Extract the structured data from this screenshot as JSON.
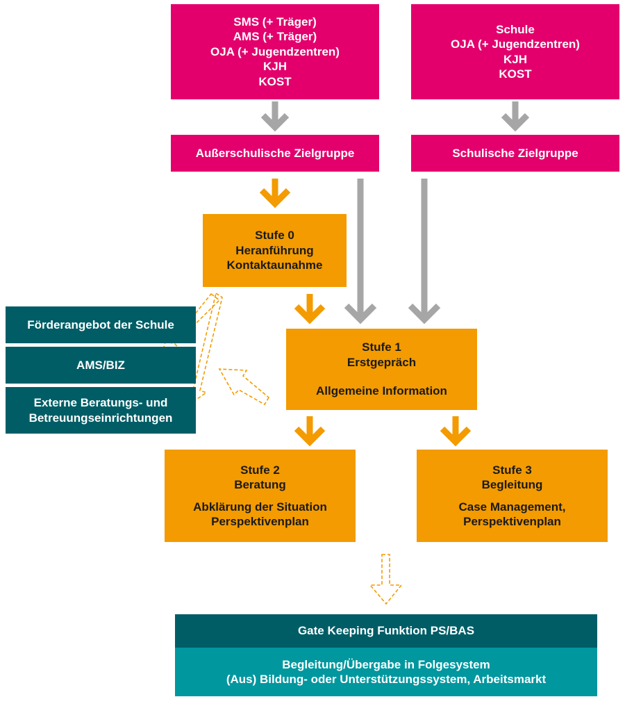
{
  "sources": {
    "left_lines": [
      "SMS (+ Träger)",
      "AMS (+ Träger)",
      "OJA (+ Jugendzentren)",
      "KJH",
      "KOST"
    ],
    "right_lines": [
      "Schule",
      "OJA (+ Jugendzentren)",
      "KJH",
      "KOST"
    ]
  },
  "targets": {
    "left": "Außerschulische Zielgruppe",
    "right": "Schulische Zielgruppe"
  },
  "stufe0": {
    "title": "Stufe 0",
    "line1": "Heranführung",
    "line2": "Kontaktaunahme"
  },
  "stufe1": {
    "title": "Stufe 1",
    "line1": "Erstgepräch",
    "line2": "Allgemeine Information"
  },
  "stufe2": {
    "title": "Stufe 2",
    "line1": "Beratung",
    "line2": "Abklärung der Situation",
    "line3": "Perspektivenplan"
  },
  "stufe3": {
    "title": "Stufe 3",
    "line1": "Begleitung",
    "line2": "Case Management,",
    "line3": "Perspektivenplan"
  },
  "external": {
    "item1": "Förderangebot der Schule",
    "item2": "AMS/BIZ",
    "item3_line1": "Externe Beratungs- und",
    "item3_line2": "Betreuungseinrichtungen"
  },
  "gate": {
    "title": "Gate Keeping Funktion PS/BAS",
    "line1": "Begleitung/Übergabe in Folgesystem",
    "line2": "(Aus) Bildung- oder Unterstützungssystem, Arbeitsmarkt"
  },
  "colors": {
    "pink": "#e3006d",
    "orange": "#f39b00",
    "teal_dark": "#005d66",
    "teal_light": "#00979f",
    "gray_arrow": "#a6a6a6"
  }
}
